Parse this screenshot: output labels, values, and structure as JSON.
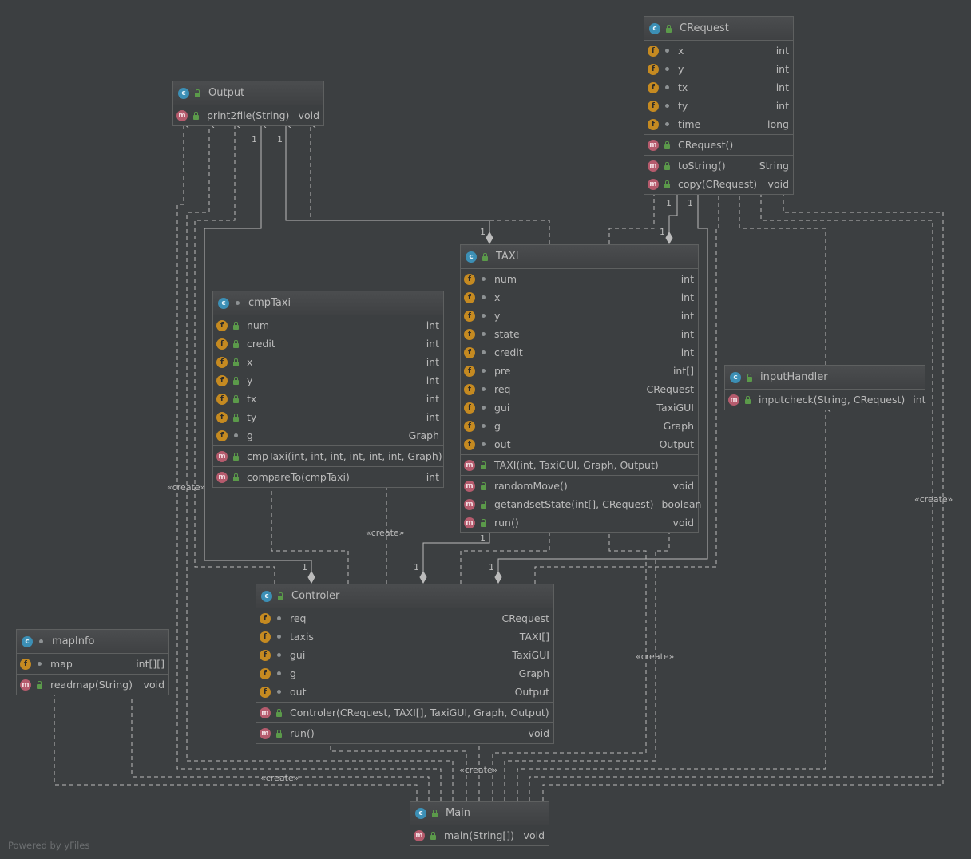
{
  "classes": {
    "crequest": {
      "name": "CRequest",
      "fields": [
        {
          "name": "x",
          "type": "int"
        },
        {
          "name": "y",
          "type": "int"
        },
        {
          "name": "tx",
          "type": "int"
        },
        {
          "name": "ty",
          "type": "int"
        },
        {
          "name": "time",
          "type": "long"
        }
      ],
      "constructors": [
        {
          "name": "CRequest()",
          "type": ""
        }
      ],
      "methods": [
        {
          "name": "toString()",
          "type": "String"
        },
        {
          "name": "copy(CRequest)",
          "type": "void"
        }
      ]
    },
    "output": {
      "name": "Output",
      "methods": [
        {
          "name": "print2file(String)",
          "type": "void"
        }
      ]
    },
    "taxi": {
      "name": "TAXI",
      "fields": [
        {
          "name": "num",
          "type": "int"
        },
        {
          "name": "x",
          "type": "int"
        },
        {
          "name": "y",
          "type": "int"
        },
        {
          "name": "state",
          "type": "int"
        },
        {
          "name": "credit",
          "type": "int"
        },
        {
          "name": "pre",
          "type": "int[]"
        },
        {
          "name": "req",
          "type": "CRequest"
        },
        {
          "name": "gui",
          "type": "TaxiGUI"
        },
        {
          "name": "g",
          "type": "Graph"
        },
        {
          "name": "out",
          "type": "Output"
        }
      ],
      "constructors": [
        {
          "name": "TAXI(int, TaxiGUI, Graph, Output)",
          "type": ""
        }
      ],
      "methods": [
        {
          "name": "randomMove()",
          "type": "void"
        },
        {
          "name": "getandsetState(int[], CRequest)",
          "type": "boolean"
        },
        {
          "name": "run()",
          "type": "void"
        }
      ]
    },
    "cmptaxi": {
      "name": "cmpTaxi",
      "fields": [
        {
          "name": "num",
          "type": "int"
        },
        {
          "name": "credit",
          "type": "int"
        },
        {
          "name": "x",
          "type": "int"
        },
        {
          "name": "y",
          "type": "int"
        },
        {
          "name": "tx",
          "type": "int"
        },
        {
          "name": "ty",
          "type": "int"
        },
        {
          "name": "g",
          "type": "Graph"
        }
      ],
      "constructors": [
        {
          "name": "cmpTaxi(int, int, int, int, int, int, Graph)",
          "type": ""
        }
      ],
      "methods": [
        {
          "name": "compareTo(cmpTaxi)",
          "type": "int"
        }
      ]
    },
    "inputhandler": {
      "name": "inputHandler",
      "methods": [
        {
          "name": "inputcheck(String, CRequest)",
          "type": "int"
        }
      ]
    },
    "controler": {
      "name": "Controler",
      "fields": [
        {
          "name": "req",
          "type": "CRequest"
        },
        {
          "name": "taxis",
          "type": "TAXI[]"
        },
        {
          "name": "gui",
          "type": "TaxiGUI"
        },
        {
          "name": "g",
          "type": "Graph"
        },
        {
          "name": "out",
          "type": "Output"
        }
      ],
      "constructors": [
        {
          "name": "Controler(CRequest, TAXI[], TaxiGUI, Graph, Output)",
          "type": ""
        }
      ],
      "methods": [
        {
          "name": "run()",
          "type": "void"
        }
      ]
    },
    "mapinfo": {
      "name": "mapInfo",
      "fields": [
        {
          "name": "map",
          "type": "int[][]"
        }
      ],
      "methods": [
        {
          "name": "readmap(String)",
          "type": "void"
        }
      ]
    },
    "main": {
      "name": "Main",
      "methods": [
        {
          "name": "main(String[])",
          "type": "void"
        }
      ]
    }
  },
  "badges": {
    "class": "c",
    "field": "f",
    "method": "m"
  },
  "labels": {
    "create": "«create»",
    "multiplicity_one": "1"
  },
  "footer": "Powered by yFiles",
  "colors": {
    "background": "#3c3f41",
    "edge": "#bbbbbb",
    "class_badge": "#3c8fb5",
    "field_badge": "#c58a21",
    "method_badge": "#b55b6d"
  }
}
